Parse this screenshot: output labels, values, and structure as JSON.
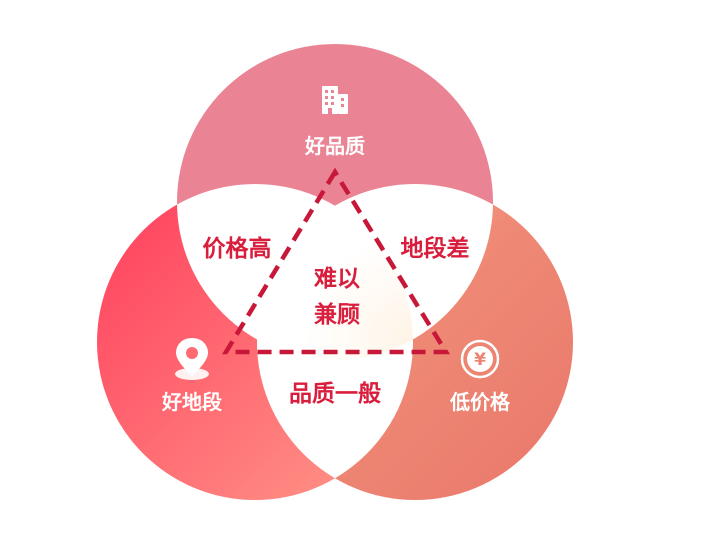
{
  "circles": {
    "top": {
      "label": "好品质",
      "icon": "building-icon",
      "color": "#ea8495"
    },
    "left": {
      "label": "好地段",
      "icon": "location-pin-icon",
      "color_start": "#ff4a63",
      "color_end": "#ff8f85"
    },
    "right": {
      "label": "低价格",
      "icon": "yen-coin-icon",
      "color_start": "#f7b29f",
      "color_end": "#ea7a6a"
    }
  },
  "overlaps": {
    "top_left": "价格高",
    "top_right": "地段差",
    "bottom": "品质一般"
  },
  "center": {
    "line1": "难以",
    "line2": "兼顾"
  },
  "colors": {
    "accent_red": "#d81e3c",
    "triangle_stroke": "#c8183a"
  }
}
